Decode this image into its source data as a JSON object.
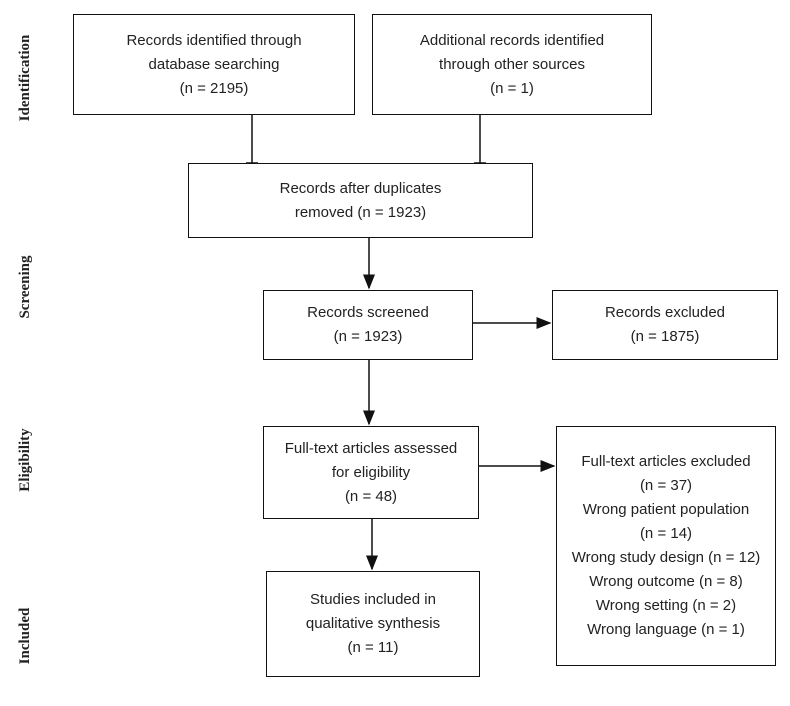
{
  "stages": {
    "identification": "Identification",
    "screening": "Screening",
    "eligibility": "Eligibility",
    "included": "Included"
  },
  "boxes": {
    "db_search": [
      "Records identified through",
      "database searching",
      "(n = 2195)"
    ],
    "other_sources": [
      "Additional records identified",
      "through other sources",
      "(n = 1)"
    ],
    "after_duplicates": [
      "Records after duplicates",
      "removed (n = 1923)"
    ],
    "screened": [
      "Records screened",
      "(n = 1923)"
    ],
    "excluded": [
      "Records excluded",
      "(n = 1875)"
    ],
    "fulltext_assessed": [
      "Full-text articles assessed",
      "for eligibility",
      "(n = 48)"
    ],
    "fulltext_excluded": [
      "Full-text articles excluded",
      "(n = 37)",
      "Wrong patient population",
      "(n = 14)",
      "Wrong study design (n = 12)",
      "Wrong outcome (n = 8)",
      "Wrong setting (n = 2)",
      "Wrong language (n = 1)"
    ],
    "included": [
      "Studies included in",
      "qualitative synthesis",
      "(n = 11)"
    ]
  }
}
